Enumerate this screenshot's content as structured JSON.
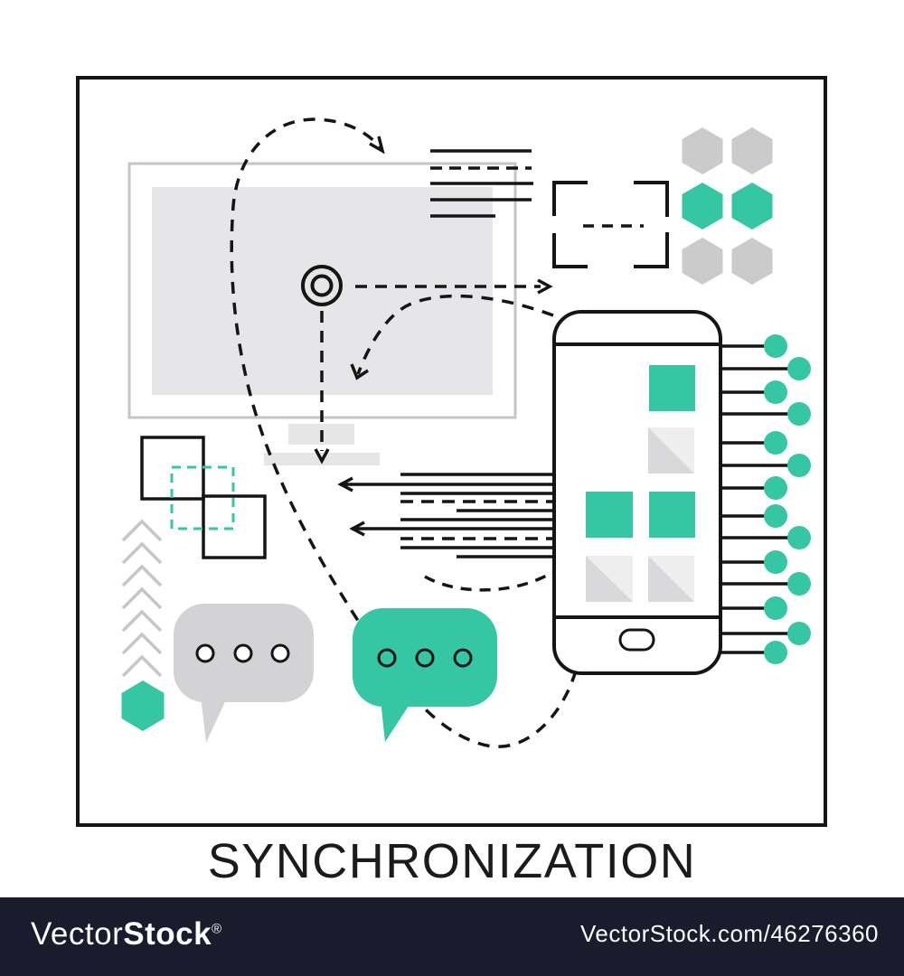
{
  "title": {
    "text": "SYNCHRONIZATION"
  },
  "footer": {
    "brand_light": "Vector",
    "brand_bold": "Stock",
    "registered_mark": "®",
    "attribution": "VectorStock.com/46276360"
  },
  "colors": {
    "accent_green": "#35c7a3",
    "shape_gray": "#cbcbcc",
    "screen_gray": "#e6e6e9",
    "tile_gray_light": "#eeeeef",
    "tile_gray_dark": "#d9d9db",
    "bubble_gray": "#d3d3d5",
    "chevron_gray": "#c6c6c8",
    "monitor_stroke": "#c6c6ca",
    "ink": "#151515",
    "footer_bg": "#1a1c2e",
    "footer_text": "#fdfdfd",
    "title_color": "#1b1b1b",
    "canvas_bg": "#ffffff"
  },
  "illustration": {
    "description": "Flat line-art concept of data synchronization between a desktop monitor and a smartphone",
    "icons": [
      "desktop-monitor-icon",
      "smartphone-icon",
      "target-circle-icon",
      "crop-bracket-icon",
      "hexagon-grid-icon",
      "hexagon-icon",
      "speech-bubble-gray-icon",
      "speech-bubble-green-icon",
      "chevron-stack-icon",
      "connector-pins-icon",
      "overlapping-squares-icon",
      "dashed-arrow-icon",
      "text-lines-icon"
    ]
  }
}
